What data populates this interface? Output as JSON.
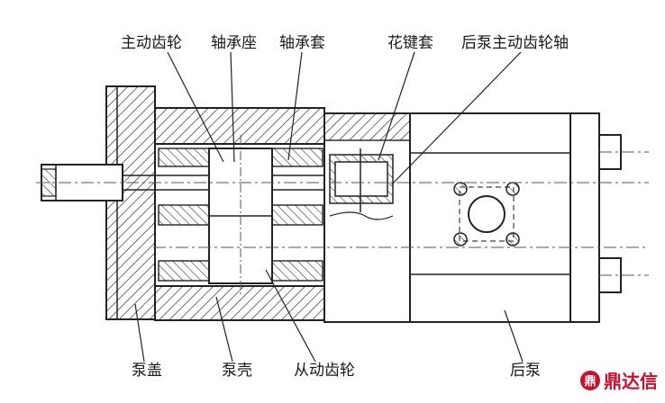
{
  "labels": {
    "drive_gear": "主动齿轮",
    "bearing_seat": "轴承座",
    "bearing_sleeve": "轴承套",
    "spline_sleeve": "花键套",
    "rear_drive_shaft": "后泵主动齿轮轴",
    "pump_cover": "泵盖",
    "pump_housing": "泵壳",
    "driven_gear": "从动齿轮",
    "rear_pump": "后泵"
  },
  "watermark": {
    "logo": "鼎",
    "text": "鼎达信"
  },
  "colors": {
    "line": "#2a2a2a",
    "hatch": "#333333",
    "watermark": "#c8102e"
  }
}
